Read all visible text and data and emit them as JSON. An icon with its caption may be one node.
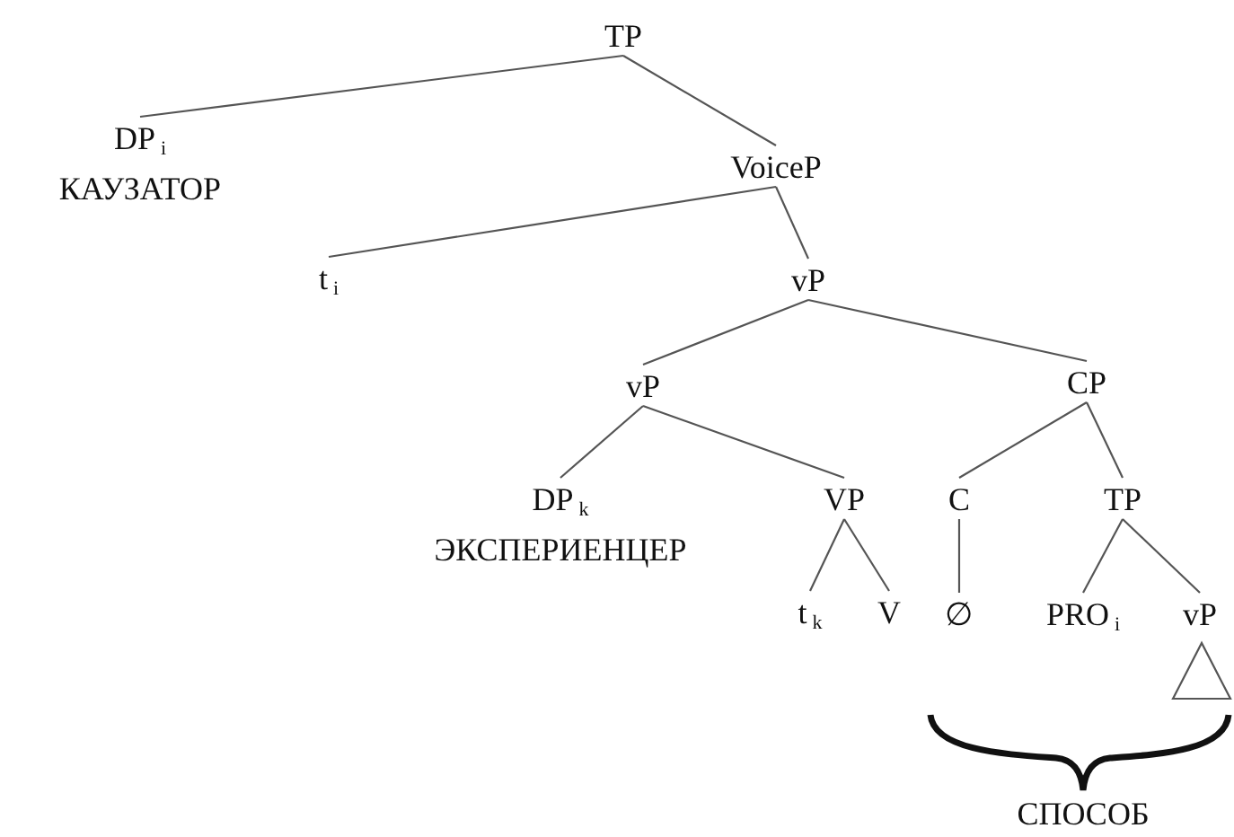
{
  "diagram": {
    "nodes": [
      {
        "text": [
          "TP"
        ]
      },
      {
        "text": [
          "DP$_{i}$",
          "КАУЗАТОР"
        ]
      },
      {
        "text": [
          "VoiceP"
        ]
      },
      {
        "text": [
          "t$_{i}$"
        ]
      },
      {
        "text": [
          "vP"
        ]
      },
      {
        "text": [
          "vP"
        ]
      },
      {
        "text": [
          "CP"
        ]
      },
      {
        "text": [
          "DP$_{k}$",
          "ЭКСПЕРИЕНЦЕР"
        ]
      },
      {
        "text": [
          "VP"
        ]
      },
      {
        "text": [
          "t$_{k}$"
        ]
      },
      {
        "text": [
          "V"
        ]
      },
      {
        "text": [
          "C"
        ]
      },
      {
        "text": [
          "∅"
        ]
      },
      {
        "text": [
          "TP"
        ]
      },
      {
        "text": [
          "PRO$_{i}$"
        ]
      },
      {
        "text": [
          "vP"
        ]
      }
    ],
    "edges": [
      {
        "from": 0,
        "to": 1,
        "arrow": "none"
      },
      {
        "from": 0,
        "to": 2,
        "arrow": "none"
      },
      {
        "from": 2,
        "to": 3,
        "arrow": "none"
      },
      {
        "from": 2,
        "to": 4,
        "arrow": "none"
      },
      {
        "from": 4,
        "to": 5,
        "arrow": "none"
      },
      {
        "from": 4,
        "to": 6,
        "arrow": "none"
      },
      {
        "from": 5,
        "to": 7,
        "arrow": "none"
      },
      {
        "from": 5,
        "to": 8,
        "arrow": "none"
      },
      {
        "from": 8,
        "to": 9,
        "arrow": "none"
      },
      {
        "from": 8,
        "to": 10,
        "arrow": "none"
      },
      {
        "from": 6,
        "to": 11,
        "arrow": "none"
      },
      {
        "from": 6,
        "to": 13,
        "arrow": "none"
      },
      {
        "from": 11,
        "to": 12,
        "arrow": "none"
      },
      {
        "from": 13,
        "to": 14,
        "arrow": "none"
      },
      {
        "from": 13,
        "to": 15,
        "arrow": "none"
      }
    ],
    "labels": [
      "СПОСОБ"
    ]
  }
}
